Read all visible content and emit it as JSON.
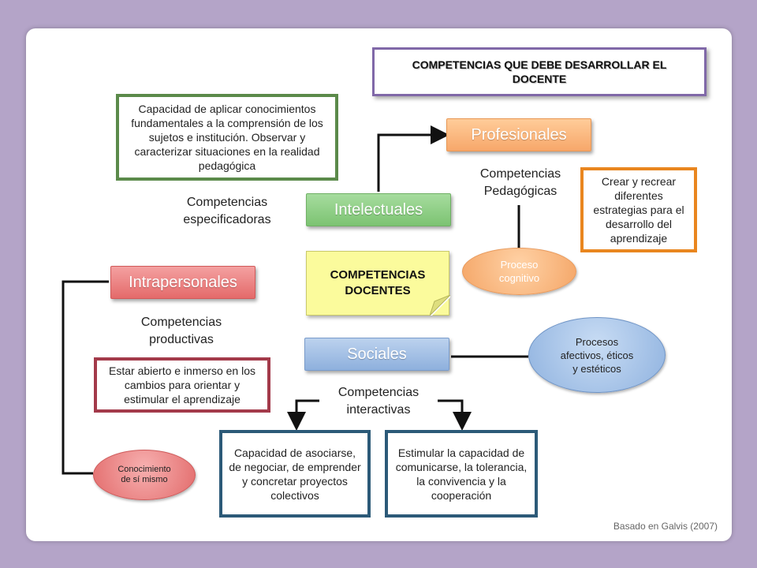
{
  "title": "COMPETENCIAS QUE DEBE DESARROLLAR EL DOCENTE",
  "center": "COMPETENCIAS DOCENTES",
  "nodes": {
    "profesionales": "Profesionales",
    "intelectuales": "Intelectuales",
    "intrapersonales": "Intrapersonales",
    "sociales": "Sociales"
  },
  "labels": {
    "pedagogicas": "Competencias Pedagógicas",
    "especificadoras": "Competencias especificadoras",
    "productivas": "Competencias productivas",
    "interactivas": "Competencias interactivas"
  },
  "boxes": {
    "intelectuales_desc": "Capacidad de aplicar conocimientos fundamentales a la comprensión de los sujetos e institución. Observar y caracterizar situaciones en la realidad pedagógica",
    "profesionales_desc": "Crear y recrear diferentes estrategias para el desarrollo del aprendizaje",
    "intrapersonales_desc": "Estar abierto e inmerso en los cambios para orientar y estimular el aprendizaje",
    "interactivas_left": "Capacidad de asociarse, de negociar, de emprender y concretar proyectos colectivos",
    "interactivas_right": "Estimular la capacidad de comunicarse, la tolerancia, la convivencia y la cooperación"
  },
  "ellipses": {
    "proceso_cognitivo": "Proceso cognitivo",
    "procesos_afectivos": "Procesos afectivos, éticos y estéticos",
    "conocimiento": "Conocimiento de sí mismo"
  },
  "credit": "Basado en Galvis (2007)",
  "colors": {
    "background": "#b4a4c8",
    "title_border": "#8068a8",
    "green": "#5b8a4a",
    "orange": "#e9861f",
    "red": "#a33a4a",
    "blue": "#2c5a78"
  }
}
